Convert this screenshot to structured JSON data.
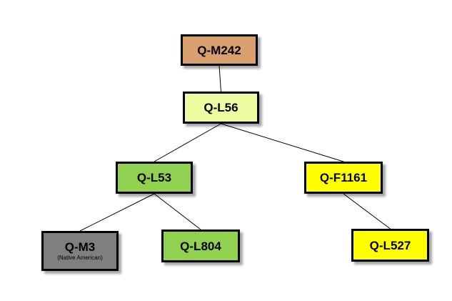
{
  "diagram": {
    "nodes": [
      {
        "id": "m242",
        "label": "Q-M242",
        "sublabel": "",
        "color": "#D9A06F"
      },
      {
        "id": "l56",
        "label": "Q-L56",
        "sublabel": "",
        "color": "#EEFBA0"
      },
      {
        "id": "l53",
        "label": "Q-L53",
        "sublabel": "",
        "color": "#92D050"
      },
      {
        "id": "f1161",
        "label": "Q-F1161",
        "sublabel": "",
        "color": "#FFFF00"
      },
      {
        "id": "m3",
        "label": "Q-M3",
        "sublabel": "(Native American)",
        "color": "#7F7F7F"
      },
      {
        "id": "l804",
        "label": "Q-L804",
        "sublabel": "",
        "color": "#92D050"
      },
      {
        "id": "l527",
        "label": "Q-L527",
        "sublabel": "",
        "color": "#FFFF00"
      }
    ],
    "edges": [
      {
        "from": "m242",
        "to": "l56"
      },
      {
        "from": "l56",
        "to": "l53"
      },
      {
        "from": "l56",
        "to": "f1161"
      },
      {
        "from": "l53",
        "to": "m3"
      },
      {
        "from": "l53",
        "to": "l804"
      },
      {
        "from": "f1161",
        "to": "l527"
      }
    ]
  }
}
